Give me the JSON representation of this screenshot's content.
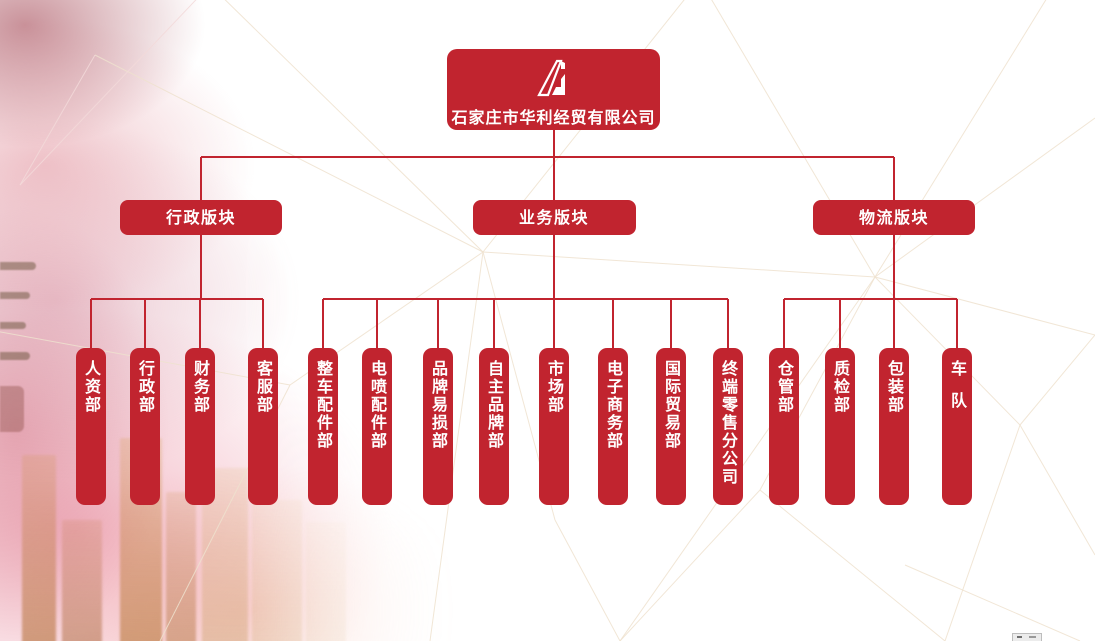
{
  "org": {
    "root": {
      "label": "石家庄市华利经贸有限公司"
    },
    "branches": [
      {
        "label": "行政版块",
        "children": [
          "人资部",
          "行政部",
          "财务部",
          "客服部"
        ]
      },
      {
        "label": "业务版块",
        "children": [
          "整车配件部",
          "电喷配件部",
          "品牌易损部",
          "自主品牌部",
          "市场部",
          "电子商务部",
          "国际贸易部",
          "终端零售分公司"
        ]
      },
      {
        "label": "物流版块",
        "children": [
          "仓管部",
          "质检部",
          "包装部",
          "车队"
        ]
      }
    ]
  },
  "icons": {
    "logo": "huali-tower-logo-icon"
  },
  "colors": {
    "box_red": "#c1242f",
    "connector_red": "#c1242f",
    "text_white": "#ffffff",
    "mesh_line": "#efe2cf",
    "mesh_line_pink": "#f3dada"
  }
}
